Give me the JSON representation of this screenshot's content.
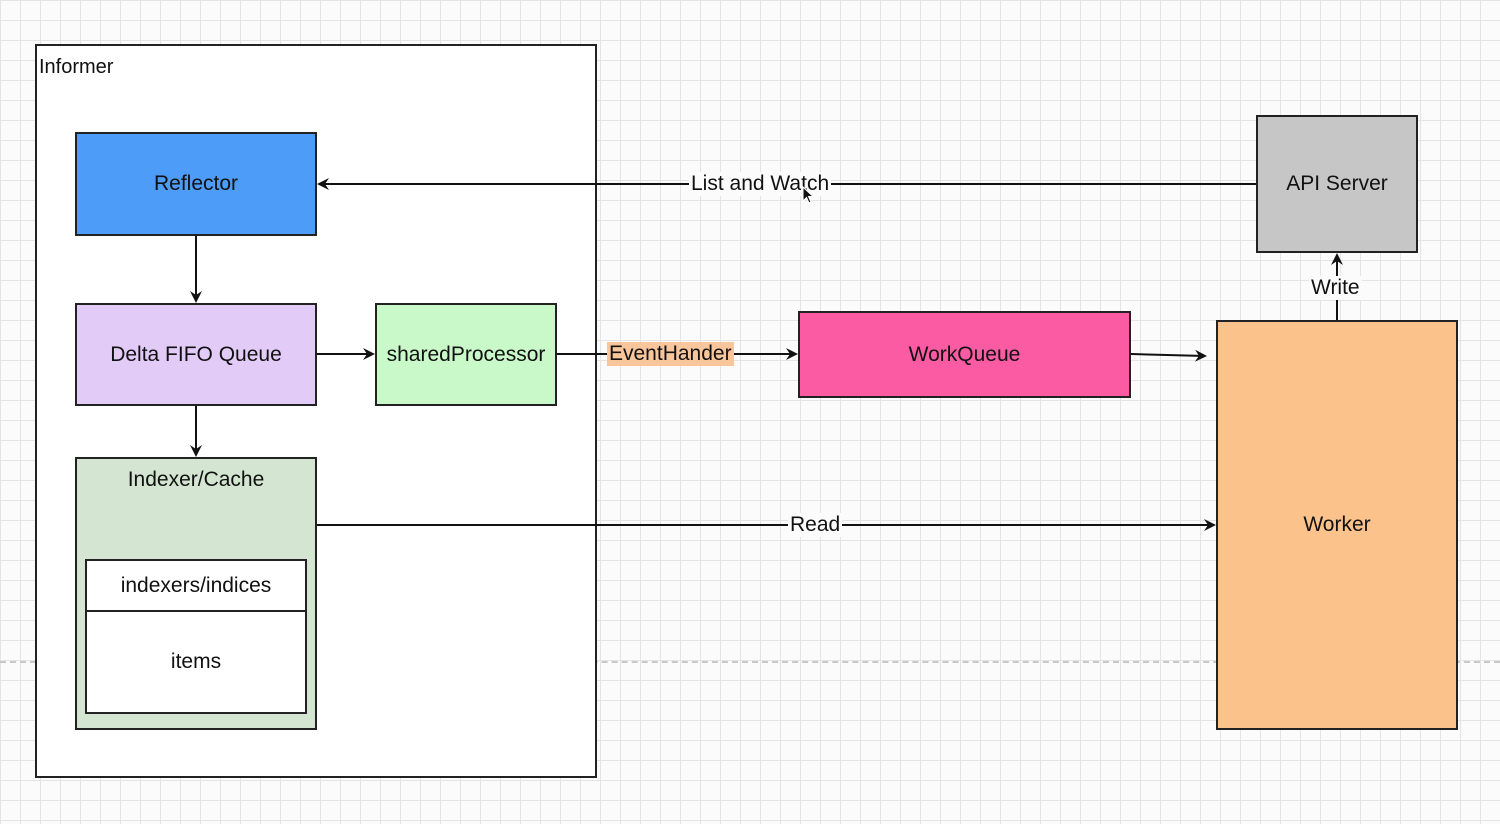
{
  "diagram": {
    "informer": {
      "label": "Informer"
    },
    "nodes": {
      "reflector": {
        "label": "Reflector",
        "color": "#4d9cf8"
      },
      "delta_fifo": {
        "label": "Delta FIFO Queue",
        "color": "#e3cbf8"
      },
      "shared_processor": {
        "label": "sharedProcessor",
        "color": "#c9f8c9"
      },
      "indexer_cache": {
        "label": "Indexer/Cache",
        "color": "#d4e6d2"
      },
      "indexers": {
        "label": "indexers/indices"
      },
      "items": {
        "label": "items"
      },
      "workqueue": {
        "label": "WorkQueue",
        "color": "#fa5ba3"
      },
      "api_server": {
        "label": "API Server",
        "color": "#c6c6c6"
      },
      "worker": {
        "label": "Worker",
        "color": "#fcc28c"
      }
    },
    "edges": {
      "list_and_watch": "List and Watch",
      "event_handler": "EventHander",
      "event_handler_color": "#f9c59a",
      "read": "Read",
      "write": "Write"
    }
  }
}
